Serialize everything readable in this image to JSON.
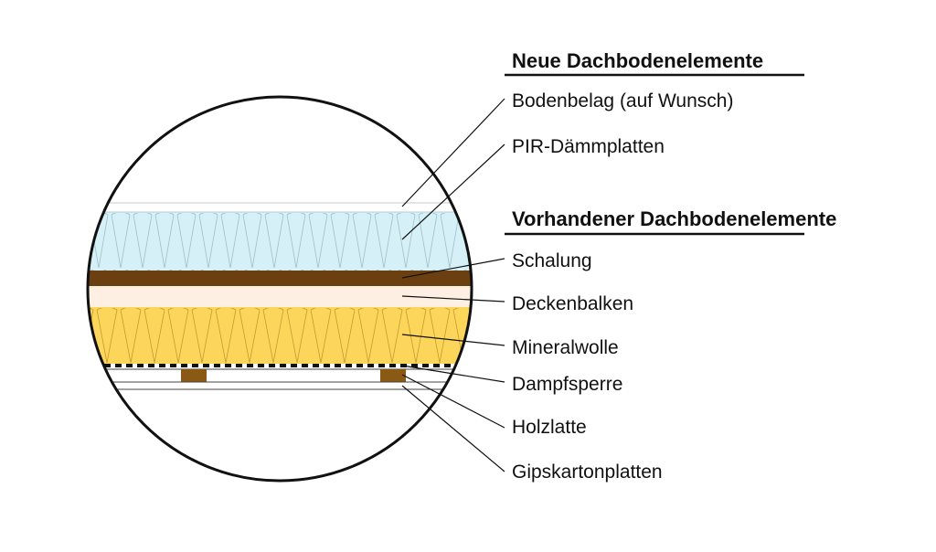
{
  "diagram": {
    "headings": {
      "new": "Neue Dachbodenelemente",
      "existing": "Vorhandener Dachbodenelemente"
    },
    "labels": {
      "bodenbelag": "Bodenbelag (auf Wunsch)",
      "pir": "PIR-Dämmplatten",
      "schalung": "Schalung",
      "deckenbalken": "Deckenbalken",
      "mineralwolle": "Mineralwolle",
      "dampfsperre": "Dampfsperre",
      "holzlatte": "Holzlatte",
      "gipskarton": "Gipskartonplatten"
    },
    "colors": {
      "pir": "#d5f1f7",
      "schalung": "#6b3f0f",
      "deckenbalken": "#fdf0e2",
      "mineralwolle": "#fcd65a",
      "holzlatte": "#8a5a14",
      "outline": "#111111"
    }
  }
}
